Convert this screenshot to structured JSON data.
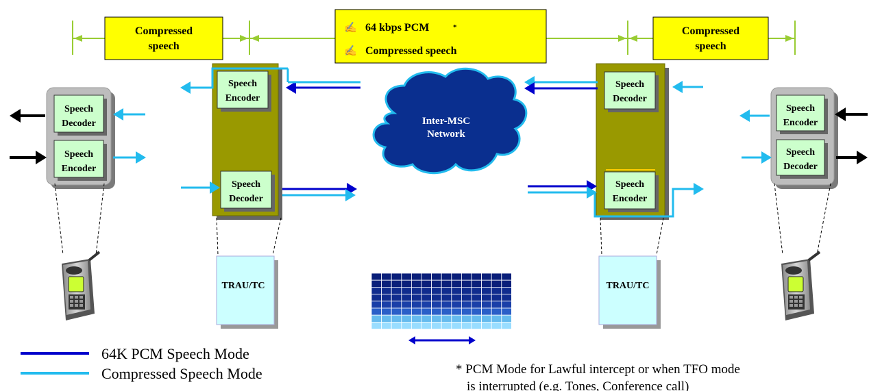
{
  "top_labels": {
    "left_compressed_line1": "Compressed",
    "left_compressed_line2": "speech",
    "center_line1_icon": "✍",
    "center_line1": "64 kbps PCM",
    "center_line1_star": "*",
    "center_line2_icon": "✍",
    "center_line2": "Compressed speech",
    "right_compressed_line1": "Compressed",
    "right_compressed_line2": "speech"
  },
  "left_handset": {
    "decoder": [
      "Speech",
      "Decoder"
    ],
    "encoder": [
      "Speech",
      "Encoder"
    ]
  },
  "left_msc": {
    "encoder": [
      "Speech",
      "Encoder"
    ],
    "decoder": [
      "Speech",
      "Decoder"
    ],
    "trau": "TRAU/TC"
  },
  "network": {
    "line1": "Inter-MSC",
    "line2": "Network"
  },
  "right_msc": {
    "decoder": [
      "Speech",
      "Decoder"
    ],
    "encoder": [
      "Speech",
      "Encoder"
    ],
    "trau": "TRAU/TC"
  },
  "right_handset": {
    "encoder": [
      "Speech",
      "Encoder"
    ],
    "decoder": [
      "Speech",
      "Decoder"
    ]
  },
  "legend": {
    "pcm_label": "64K PCM Speech Mode",
    "compressed_label": "Compressed Speech Mode",
    "pcm_color": "#0000CC",
    "compressed_color": "#22BBEE"
  },
  "footnote": {
    "line1": "* PCM Mode for Lawful intercept or when TFO mode",
    "line2": "is interrupted (e.g. Tones, Conference call)"
  },
  "colors": {
    "label_fill": "#FFFF00",
    "bracket_green": "#99CC33",
    "msc_olive": "#999900",
    "codec_green": "#CCFFCC",
    "trau_cyan": "#CCFFFF",
    "cloud_blue": "#0A2F8F"
  }
}
